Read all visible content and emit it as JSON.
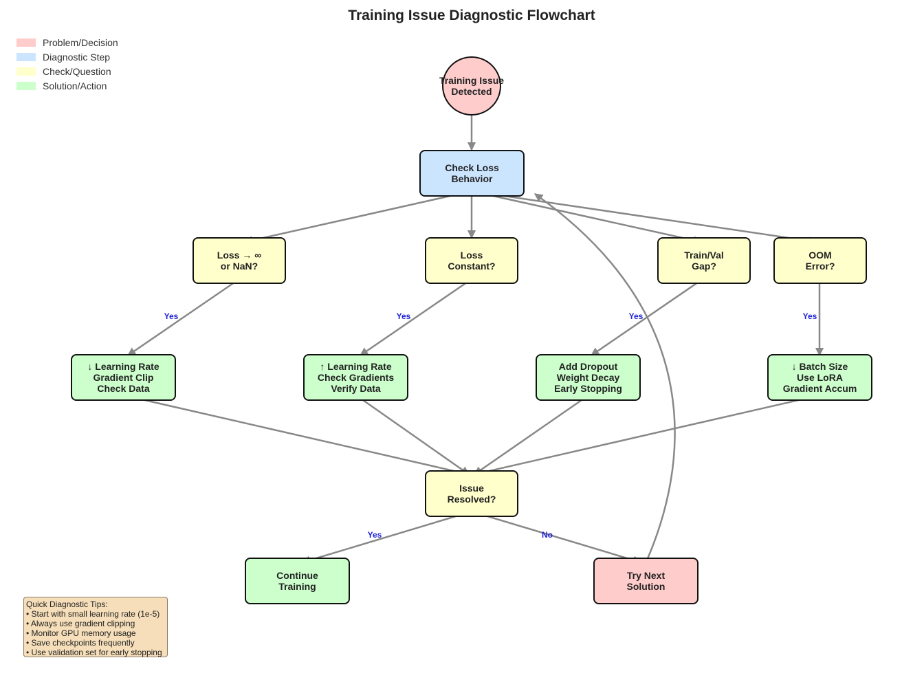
{
  "title": "Training Issue Diagnostic Flowchart",
  "legend": [
    {
      "label": "Problem/Decision",
      "color": "#ffcccc"
    },
    {
      "label": "Diagnostic Step",
      "color": "#cce5ff"
    },
    {
      "label": "Check/Question",
      "color": "#ffffcc"
    },
    {
      "label": "Solution/Action",
      "color": "#ccffcc"
    }
  ],
  "nodes": {
    "start": {
      "lines": [
        "Training Issue",
        "Detected"
      ],
      "kind": "problem"
    },
    "check_loss": {
      "lines": [
        "Check Loss",
        "Behavior"
      ],
      "kind": "diagnostic"
    },
    "q_nan": {
      "lines": [
        "Loss → ∞",
        "or NaN?"
      ],
      "kind": "check"
    },
    "q_const": {
      "lines": [
        "Loss",
        "Constant?"
      ],
      "kind": "check"
    },
    "q_gap": {
      "lines": [
        "Train/Val",
        "Gap?"
      ],
      "kind": "check"
    },
    "q_oom": {
      "lines": [
        "OOM",
        "Error?"
      ],
      "kind": "check"
    },
    "s_nan": {
      "lines": [
        "↓ Learning Rate",
        "Gradient Clip",
        "Check Data"
      ],
      "kind": "solution"
    },
    "s_const": {
      "lines": [
        "↑ Learning Rate",
        "Check Gradients",
        "Verify Data"
      ],
      "kind": "solution"
    },
    "s_gap": {
      "lines": [
        "Add Dropout",
        "Weight Decay",
        "Early Stopping"
      ],
      "kind": "solution"
    },
    "s_oom": {
      "lines": [
        "↓ Batch Size",
        "Use LoRA",
        "Gradient Accum"
      ],
      "kind": "solution"
    },
    "resolved": {
      "lines": [
        "Issue",
        "Resolved?"
      ],
      "kind": "check"
    },
    "continue": {
      "lines": [
        "Continue",
        "Training"
      ],
      "kind": "solution"
    },
    "try_next": {
      "lines": [
        "Try Next",
        "Solution"
      ],
      "kind": "problem"
    }
  },
  "edge_labels": {
    "nan_yes": "Yes",
    "const_yes": "Yes",
    "gap_yes": "Yes",
    "oom_yes": "Yes",
    "resolved_yes": "Yes",
    "resolved_no": "No"
  },
  "tips": {
    "heading": "Quick Diagnostic Tips:",
    "items": [
      "• Start with small learning rate (1e-5)",
      "• Always use gradient clipping",
      "• Monitor GPU memory usage",
      "• Save checkpoints frequently",
      "• Use validation set for early stopping"
    ]
  }
}
